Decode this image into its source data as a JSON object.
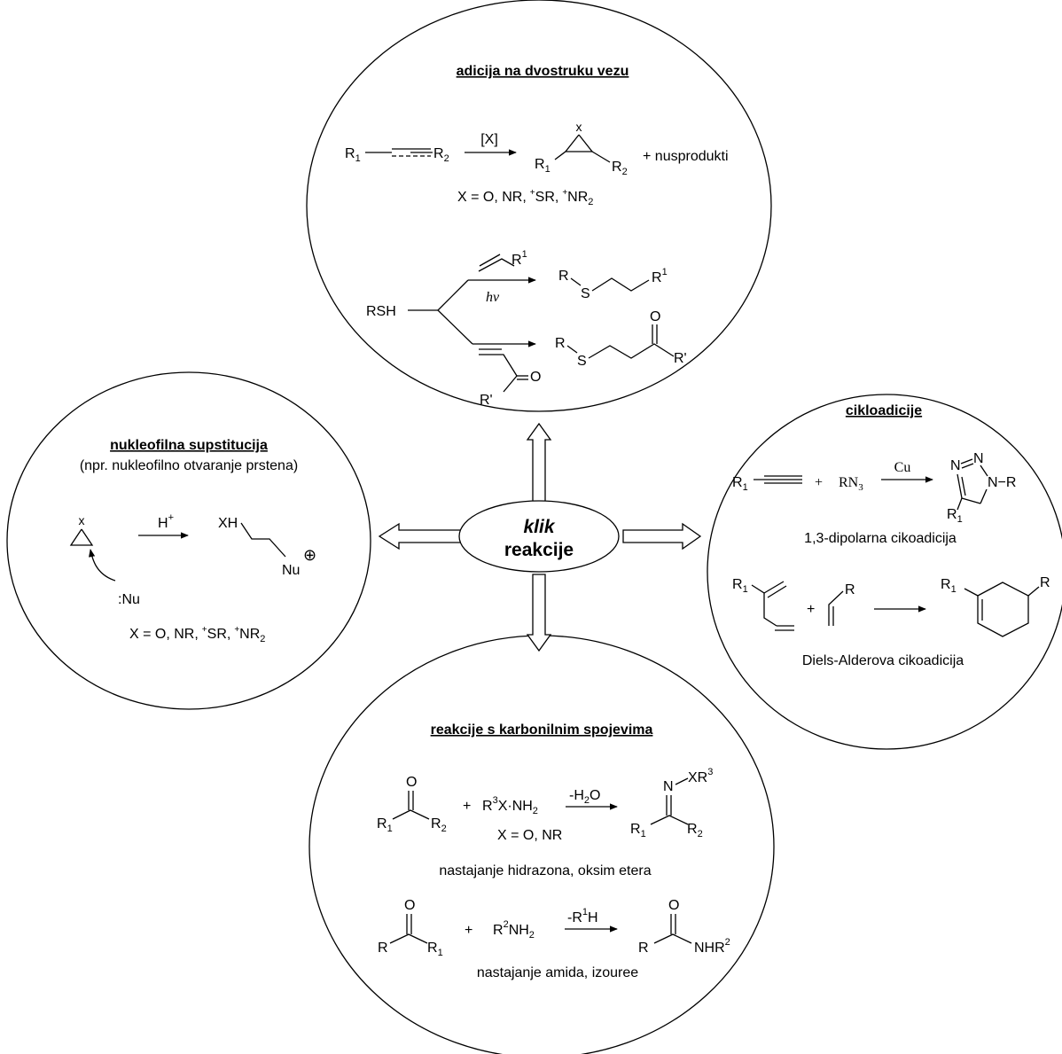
{
  "center": {
    "line1": "klik",
    "line2": "reakcije"
  },
  "top": {
    "title": "adicija na dvostruku vezu",
    "r1": "R",
    "sub1": "1",
    "r2": "R",
    "sub2": "2",
    "reagent": "[X]",
    "x_label": "x",
    "byproducts": "+ nusprodukti",
    "x_eq": "X = O, NR,",
    "plus": "+",
    "sr": "SR,",
    "nr2": "NR",
    "nr2_sub": "2",
    "rsh": "RSH",
    "r1_sup": "1",
    "hv": "hν",
    "r": "R",
    "s": "S",
    "o": "O",
    "rprime": "R'"
  },
  "left": {
    "title": "nukleofilna supstitucija",
    "subtitle": "(npr. nukleofilno otvaranje prstena)",
    "x": "x",
    "h_plus": "H",
    "plus_sup": "+",
    "xh": "XH",
    "nu": "Nu",
    "nu_colon": ":Nu",
    "charge": "⊕",
    "x_eq": "X = O, NR,",
    "sr": "SR,",
    "nr2": "NR",
    "nr2_sub": "2"
  },
  "right": {
    "title": "cikloadicije",
    "r1": "R",
    "sub1": "1",
    "plus": "+",
    "rn3": "RN",
    "rn3_sub": "3",
    "cu": "Cu",
    "n": "N",
    "n_r": "N−R",
    "caption1": "1,3-dipolarna cikoadicija",
    "r": "R",
    "caption2": "Diels-Alderova cikoadicija"
  },
  "bottom": {
    "title": "reakcije s karbonilnim spojevima",
    "o": "O",
    "r1": "R",
    "sub1": "1",
    "sub2": "2",
    "plus": "+",
    "r3x": "R",
    "sup3": "3",
    "xnh2": "X·NH",
    "sub_2": "2",
    "minus_h2o": "-H",
    "h2o_tail": "O",
    "n": "N",
    "xr3": "XR",
    "x_eq": "X = O, NR",
    "caption1": "nastajanje hidrazona, oksim etera",
    "r": "R",
    "r2nh2": "R",
    "sup2": "2",
    "nh2": "NH",
    "minus_r1h": "-R",
    "sup1": "1",
    "h": "H",
    "nhr": "NHR",
    "caption2": "nastajanje amida, izouree"
  }
}
